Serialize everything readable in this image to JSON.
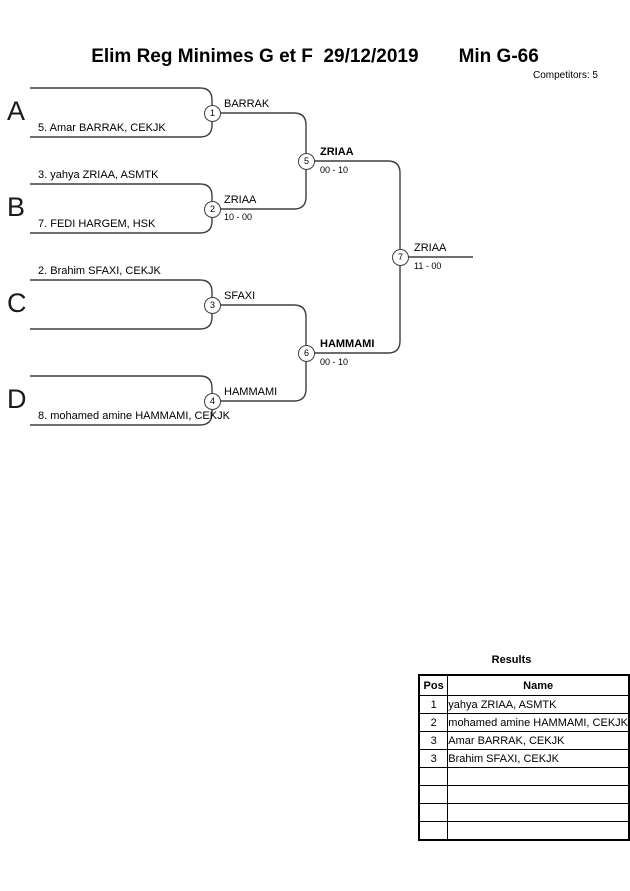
{
  "header": {
    "title": "Elim Reg Minimes G et F  29/12/2019",
    "category": "Min G-66",
    "competitors_label": "Competitors: 5"
  },
  "bracket": {
    "sections": [
      {
        "letter": "A",
        "top_player": "",
        "bottom_player": "5. Amar BARRAK, CEKJK"
      },
      {
        "letter": "B",
        "top_player": "3. yahya ZRIAA, ASMTK",
        "bottom_player": "7. FEDI HARGEM, HSK"
      },
      {
        "letter": "C",
        "top_player": "2. Brahim SFAXI, CEKJK",
        "bottom_player": ""
      },
      {
        "letter": "D",
        "top_player": "",
        "bottom_player": "8. mohamed amine HAMMAMI, CEKJK"
      }
    ],
    "matches": [
      {
        "number": "1",
        "winner": "BARRAK",
        "score": ""
      },
      {
        "number": "2",
        "winner": "ZRIAA",
        "score": "10 - 00"
      },
      {
        "number": "3",
        "winner": "SFAXI",
        "score": ""
      },
      {
        "number": "4",
        "winner": "HAMMAMI",
        "score": ""
      },
      {
        "number": "5",
        "winner": "ZRIAA",
        "score": "00 - 10"
      },
      {
        "number": "6",
        "winner": "HAMMAMI",
        "score": "00 - 10"
      },
      {
        "number": "7",
        "winner": "ZRIAA",
        "score": "11 - 00"
      }
    ],
    "line_color": "#3f3f3f"
  },
  "results": {
    "title": "Results",
    "columns": {
      "pos": "Pos",
      "name": "Name"
    },
    "rows": [
      {
        "pos": "1",
        "name": "yahya ZRIAA, ASMTK"
      },
      {
        "pos": "2",
        "name": "mohamed amine HAMMAMI, CEKJK"
      },
      {
        "pos": "3",
        "name": "Amar BARRAK, CEKJK"
      },
      {
        "pos": "3",
        "name": "Brahim SFAXI, CEKJK"
      },
      {
        "pos": "",
        "name": ""
      },
      {
        "pos": "",
        "name": ""
      },
      {
        "pos": "",
        "name": ""
      },
      {
        "pos": "",
        "name": ""
      }
    ]
  }
}
